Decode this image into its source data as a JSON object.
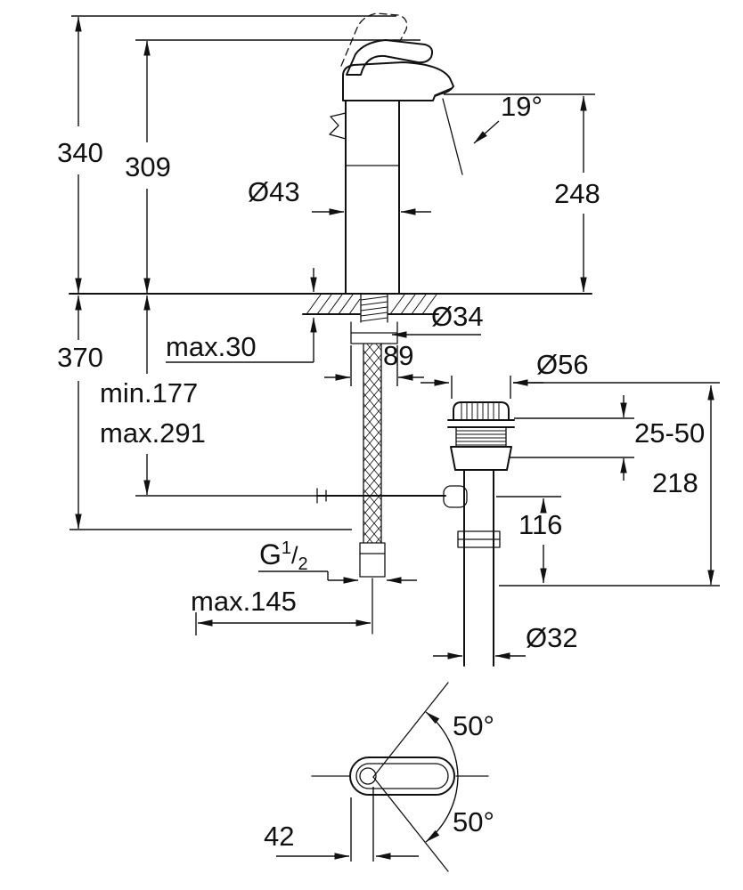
{
  "meta": {
    "type": "technical-dimension-drawing",
    "subject": "single-lever basin mixer with pop-up waste set, side view and top view",
    "line_color": "#111111",
    "background_color": "#ffffff"
  },
  "labels": {
    "h340": "340",
    "h309": "309",
    "d370": "370",
    "min177": "min.177",
    "max291": "max.291",
    "dia43": "Ø43",
    "ang19": "19°",
    "h248": "248",
    "dia34": "Ø34",
    "max30": "max.30",
    "d89": "89",
    "dia56": "Ø56",
    "r2550": "25-50",
    "d218": "218",
    "d116": "116",
    "thread_g": "G",
    "thread_num": "1",
    "thread_slash": "/",
    "thread_den": "2",
    "max145": "max.145",
    "dia32": "Ø32",
    "ang50_upper": "50°",
    "ang50_lower": "50°",
    "d42": "42"
  }
}
